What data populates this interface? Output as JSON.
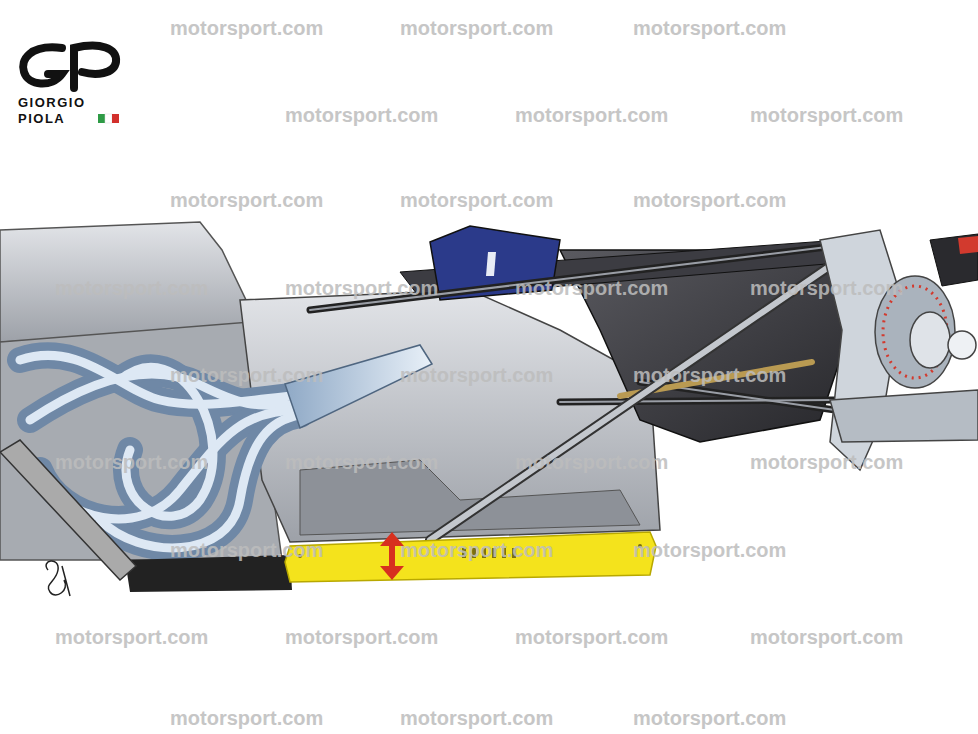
{
  "diagram": {
    "labels": [
      "GIORGIO",
      "PIOLA",
      "motorsport.com",
      "motorsport.com",
      "motorsport.com",
      "motorsport.com",
      "motorsport.com",
      "motorsport.com",
      "motorsport.com",
      "motorsport.com",
      "motorsport.com",
      "motorsport.com",
      "motorsport.com",
      "motorsport.com",
      "motorsport.com",
      "motorsport.com",
      "motorsport.com",
      "motorsport.com",
      "motorsport.com",
      "motorsport.com",
      "motorsport.com",
      "motorsport.com",
      "motorsport.com",
      "motorsport.com",
      "motorsport.com",
      "motorsport.com",
      "motorsport.com",
      "motorsport.com",
      "motorsport.com",
      "motorsport.com",
      "motorsport.com",
      "motorsport.com"
    ]
  }
}
